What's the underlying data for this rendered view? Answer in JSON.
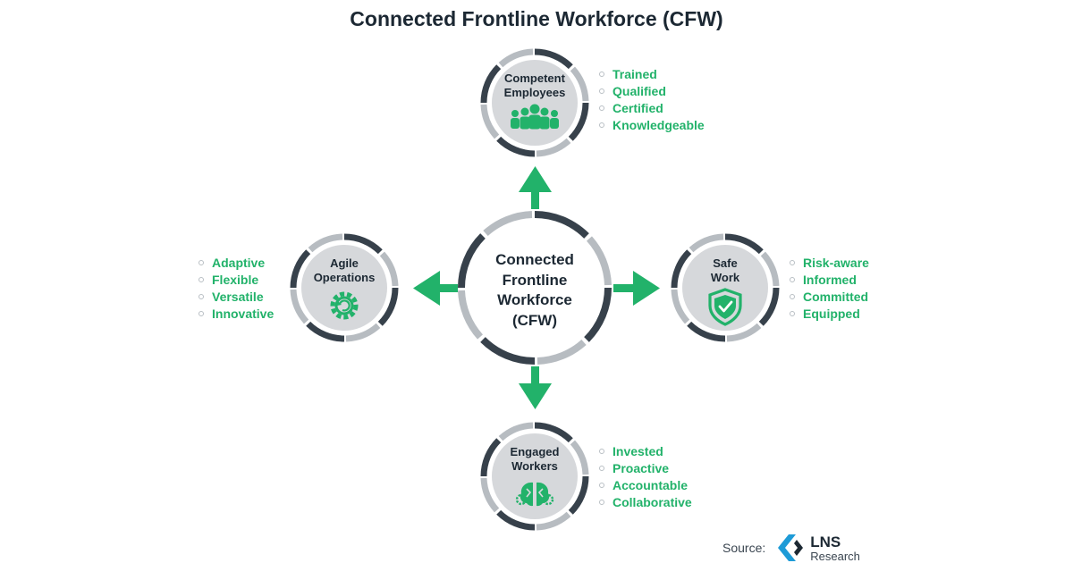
{
  "title": "Connected Frontline Workforce (CFW)",
  "center": {
    "lines": [
      "Connected",
      "Frontline",
      "Workforce",
      "(CFW)"
    ]
  },
  "nodes": {
    "competent": {
      "lines": [
        "Competent",
        "Employees"
      ],
      "icon": "people-group-icon",
      "attributes": [
        "Trained",
        "Qualified",
        "Certified",
        "Knowledgeable"
      ]
    },
    "agile": {
      "lines": [
        "Agile",
        "Operations"
      ],
      "icon": "cycle-gear-icon",
      "attributes": [
        "Adaptive",
        "Flexible",
        "Versatile",
        "Innovative"
      ]
    },
    "safe": {
      "lines": [
        "Safe",
        "Work"
      ],
      "icon": "shield-check-icon",
      "attributes": [
        "Risk-aware",
        "Informed",
        "Committed",
        "Equipped"
      ]
    },
    "engaged": {
      "lines": [
        "Engaged",
        "Workers"
      ],
      "icon": "brain-gear-icon",
      "attributes": [
        "Invested",
        "Proactive",
        "Accountable",
        "Collaborative"
      ]
    }
  },
  "source": {
    "label": "Source:",
    "name": "LNS",
    "sub": "Research"
  },
  "colors": {
    "accent_green": "#22b26a",
    "ring_dark": "#37414b",
    "ring_light": "#b7bcc1",
    "node_fill": "#d6d8db",
    "text_dark": "#1c2833",
    "logo_blue": "#1e9bd7"
  }
}
